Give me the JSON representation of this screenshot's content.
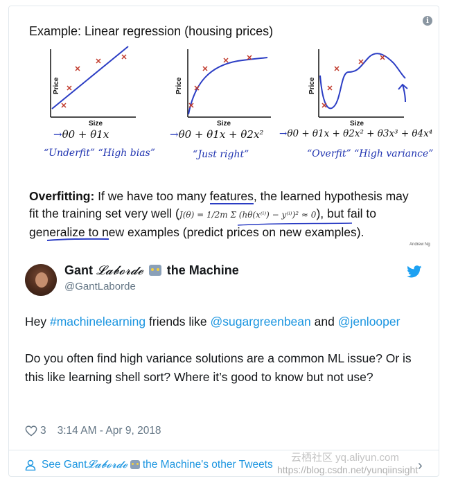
{
  "slide": {
    "title": "Example: Linear regression (housing prices)",
    "axis_y": "Price",
    "axis_x": "Size",
    "hypotheses": [
      "θ0 + θ1x",
      "θ0 + θ1x + θ2x²",
      "θ0 + θ1x + θ2x² + θ3x³ + θ4x⁴"
    ],
    "notes": [
      "“Underfit” “High bias”",
      "“Just right”",
      "“Overfit” “High variance”"
    ],
    "overfitting_label": "Overfitting:",
    "overfitting_text_1": " If we have too many ",
    "overfitting_features": "features",
    "overfitting_text_2": ", the learned hypothesis may fit the training set very well (",
    "overfitting_equation": "J(θ) = 1/2m Σ (hθ(x⁽ⁱ⁾) − y⁽ⁱ⁾)² ≈ 0",
    "overfitting_text_3": "), but fail to ",
    "overfitting_generalize": "generalize",
    "overfitting_text_4": " to new examples (predict prices on new examples).",
    "credit": "Andrew Ng"
  },
  "tweet": {
    "name_part1": "Gant ",
    "name_fancy": "𝓛𝓪𝓫𝓸𝓻𝓭𝓮",
    "name_part2": "the Machine",
    "handle": "@GantLaborde",
    "text_1": "Hey ",
    "hashtag": "#machinelearning",
    "text_2": " friends like ",
    "mention1": "@sugargreenbean",
    "text_3": " and ",
    "mention2": "@jenlooper",
    "paragraph2": "Do you often find high variance solutions are a common ML issue? Or is this like learning shell sort? Where it’s good to know but not use?",
    "likes": "3",
    "timestamp": "3:14 AM - Apr 9, 2018",
    "see_more_1": "See Gant ",
    "see_more_fancy": "𝓛𝓪𝓫𝓸𝓻𝓭𝓮",
    "see_more_2": " the Machine's other Tweets"
  },
  "watermark": {
    "line1": "云栖社区 yq.aliyun.com",
    "line2": "https://blog.csdn.net/yunqiinsight"
  },
  "colors": {
    "link": "#1b95e0",
    "ink_blue": "#2b3dc4",
    "marker_red": "#c0392b"
  }
}
